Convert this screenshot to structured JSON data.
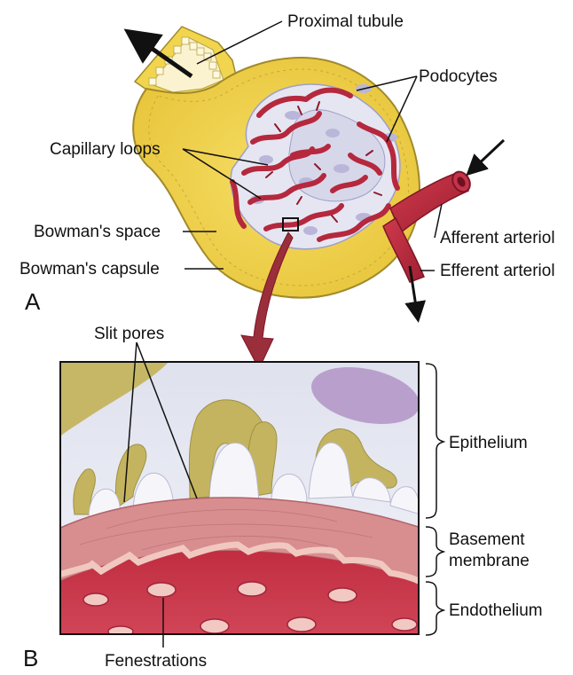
{
  "panel_a": {
    "letter": "A",
    "labels": {
      "proximal_tubule": "Proximal tubule",
      "podocytes": "Podocytes",
      "capillary_loops": "Capillary loops",
      "bowmans_space": "Bowman's space",
      "bowmans_capsule": "Bowman's capsule",
      "afferent_arteriol": "Afferent arteriol",
      "efferent_arteriol": "Efferent arteriol"
    }
  },
  "panel_b": {
    "letter": "B",
    "labels": {
      "slit_pores": "Slit pores",
      "epithelium": "Epithelium",
      "basement_membrane_line1": "Basement",
      "basement_membrane_line2": "membrane",
      "endothelium": "Endothelium",
      "fenestrations": "Fenestrations"
    }
  },
  "colors": {
    "capsule_yellow": "#f1d54e",
    "vessel_red": "#b5283d",
    "dark_red": "#8c1a2b",
    "podocyte_lavender": "#c9c8e4",
    "podocyte_fill": "#e6e6f2",
    "foot_process_olive": "#c4b45f",
    "membrane_pink": "#d88d8f",
    "endothelium_red": "#c93447",
    "zoom_arrow": "#9a2e3a"
  }
}
